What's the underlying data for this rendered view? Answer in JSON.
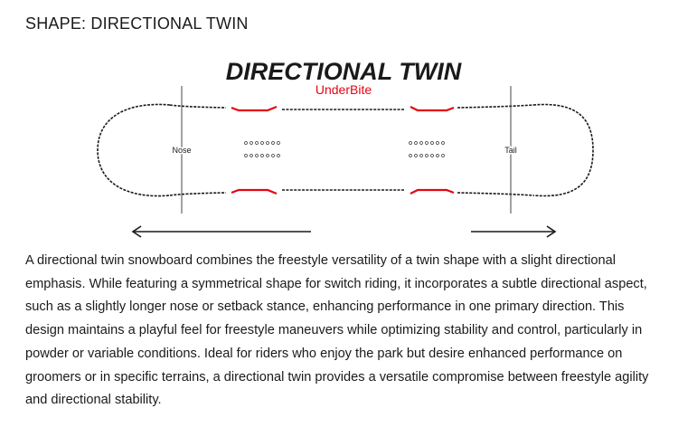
{
  "section_heading": "SHAPE: DIRECTIONAL TWIN",
  "diagram": {
    "title": "DIRECTIONAL TWIN",
    "subtitle": "UnderBite",
    "nose_label": "Nose",
    "tail_label": "Tail",
    "colors": {
      "outline": "#1a1a1a",
      "accent": "#e30613"
    }
  },
  "description": "A directional twin snowboard combines the freestyle versatility of a twin shape with a slight directional emphasis. While featuring a symmetrical shape for switch riding, it incorporates a subtle directional aspect, such as a slightly longer nose or setback stance, enhancing performance in one primary direction. This design maintains a playful feel for freestyle maneuvers while optimizing stability and control, particularly in powder or variable conditions. Ideal for riders who enjoy the park but desire enhanced performance on groomers or in specific terrains, a directional twin provides a versatile compromise between freestyle agility and directional stability."
}
